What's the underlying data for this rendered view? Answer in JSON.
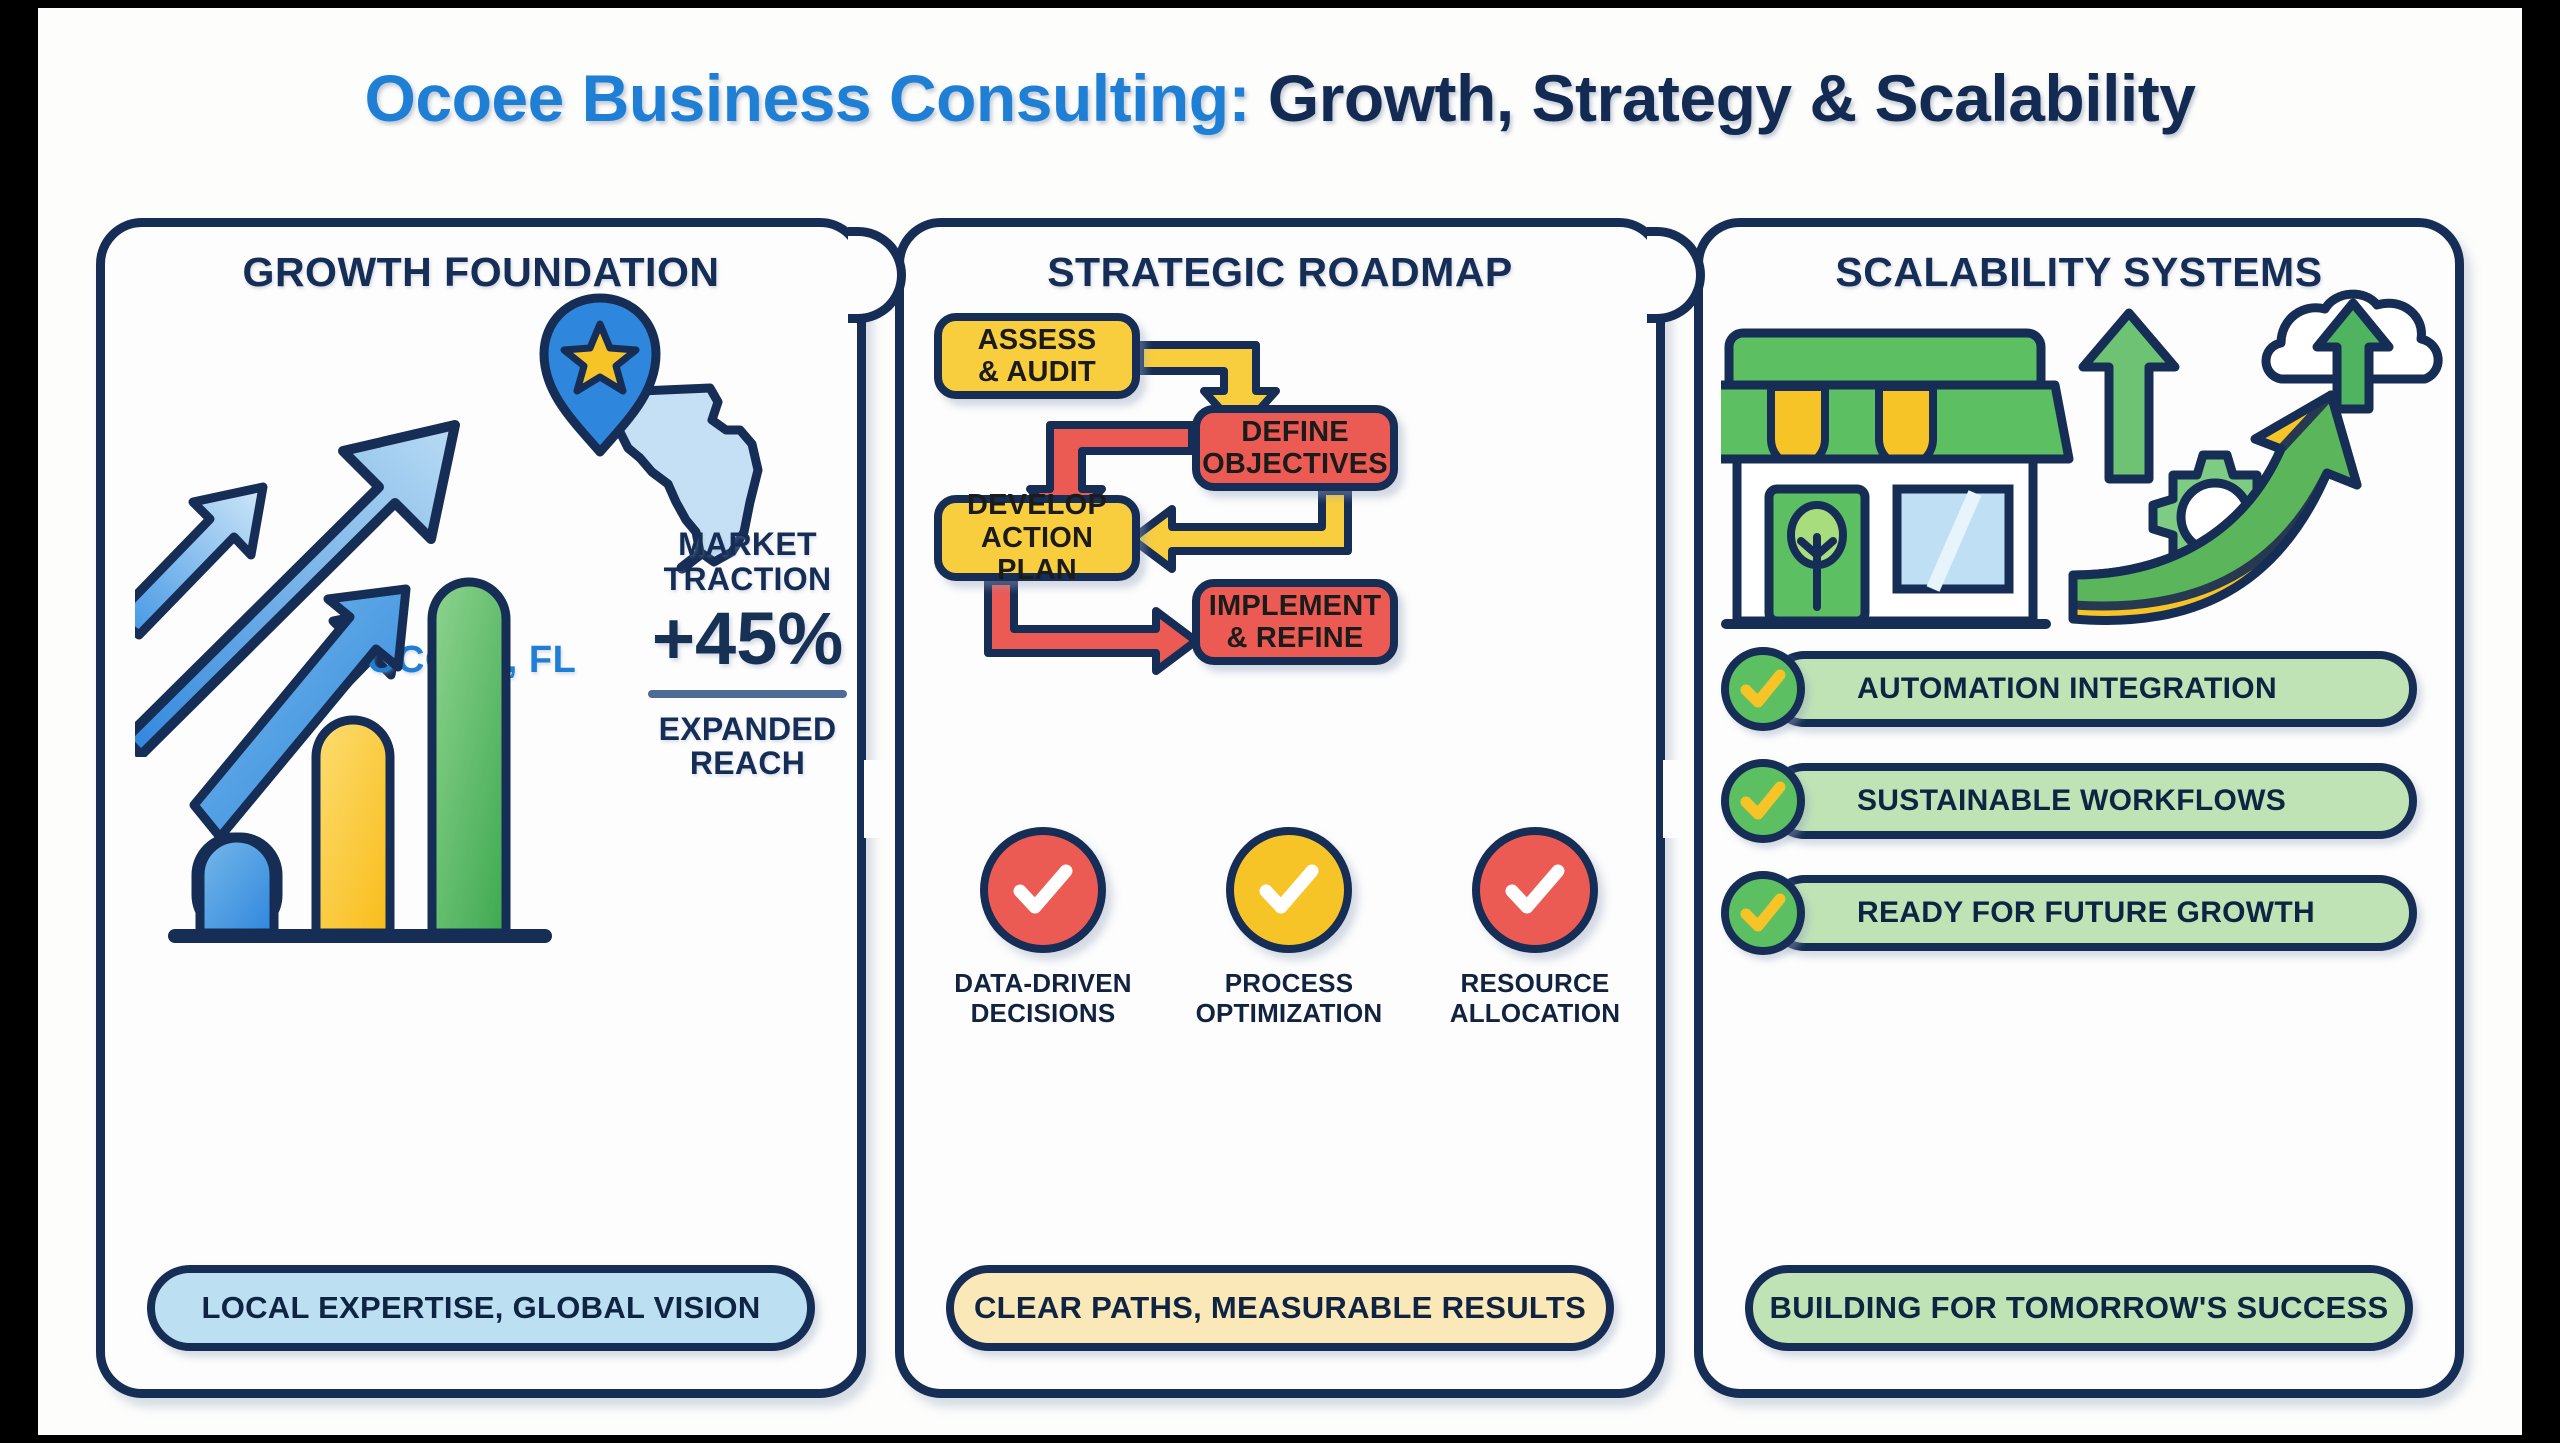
{
  "title": {
    "part1": "Ocoee Business Consulting:",
    "part2": " Growth, Strategy & Scalability",
    "color_blue": "#1f7fd4",
    "color_navy": "#132a52"
  },
  "panels": [
    {
      "heading": "GROWTH FOUNDATION",
      "location_label": "OCOEE, FL",
      "metric": {
        "label_line1": "MARKET",
        "label_line2": "TRACTION",
        "value": "+45%",
        "sub_line1": "EXPANDED",
        "sub_line2": "REACH"
      },
      "icons": [
        "growth-arrows-icon",
        "map-pin-star-icon",
        "florida-map-icon",
        "bar-chart-icon"
      ],
      "banner": "LOCAL EXPERTISE, GLOBAL VISION",
      "banner_color": "#bddff2"
    },
    {
      "heading": "STRATEGIC ROADMAP",
      "flow": [
        {
          "id": "assess",
          "line1": "ASSESS",
          "line2": "& AUDIT",
          "color": "#f9ce3e"
        },
        {
          "id": "define",
          "line1": "DEFINE",
          "line2": "OBJECTIVES",
          "color": "#ec5a54"
        },
        {
          "id": "develop",
          "line1": "DEVELOP",
          "line2": "ACTION PLAN",
          "color": "#f9ce3e"
        },
        {
          "id": "implement",
          "line1": "IMPLEMENT",
          "line2": "& REFINE",
          "color": "#ec5a54"
        }
      ],
      "checks": [
        {
          "line1": "DATA-DRIVEN",
          "line2": "DECISIONS",
          "color": "#ec5a54"
        },
        {
          "line1": "PROCESS",
          "line2": "OPTIMIZATION",
          "color": "#f7c428"
        },
        {
          "line1": "RESOURCE",
          "line2": "ALLOCATION",
          "color": "#ec5a54"
        }
      ],
      "banner": "CLEAR PATHS, MEASURABLE RESULTS",
      "banner_color": "#fae8b8"
    },
    {
      "heading": "SCALABILITY SYSTEMS",
      "icons": [
        "storefront-icon",
        "up-arrow-icon",
        "cloud-upload-icon",
        "gear-icon",
        "curved-growth-arrow-icon"
      ],
      "list": [
        "AUTOMATION INTEGRATION",
        "SUSTAINABLE WORKFLOWS",
        "READY FOR FUTURE GROWTH"
      ],
      "banner": "BUILDING FOR TOMORROW'S SUCCESS",
      "banner_color": "#bfe3b5"
    }
  ],
  "theme": {
    "outline": "#162d55",
    "page_bg": "#fdfdfc",
    "frame": "#000000",
    "yellow": "#f9ce3e",
    "red": "#ec5a54",
    "green": "#5cbf61",
    "blue": "#2f86dd",
    "light_blue": "#bddff2"
  }
}
